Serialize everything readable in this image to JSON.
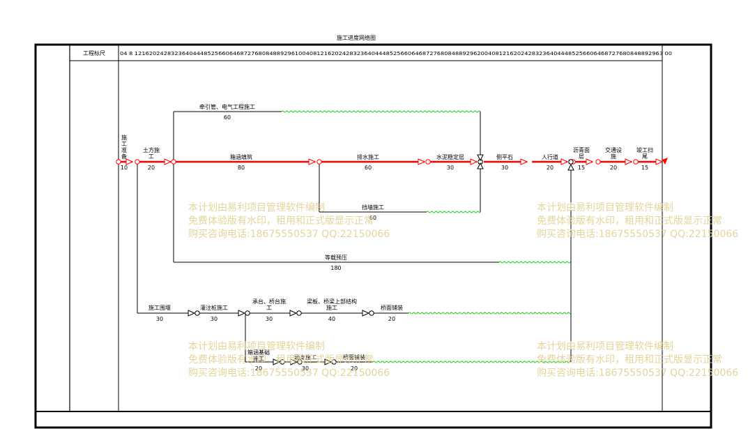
{
  "title": "施工进度网络图",
  "scale_label": "工程标尺",
  "scale_text": "04  8 1216202428323640444852566064687276808488929610040812162024283236404448525660646872768084889296200408121620242832364044485256606468727680848892963 00",
  "colors": {
    "critical": "#ff0000",
    "normal": "#000000",
    "float": "#00cc00",
    "watermark": "#e0d090"
  },
  "activities": [
    {
      "id": "a1",
      "name": "施工准备",
      "duration": "10",
      "critical": true
    },
    {
      "id": "a2",
      "name": "土方施工",
      "duration": "20",
      "critical": true
    },
    {
      "id": "a3",
      "name": "箱涵填筑",
      "duration": "80",
      "critical": true
    },
    {
      "id": "a4",
      "name": "排水施工",
      "duration": "60",
      "critical": true
    },
    {
      "id": "a5",
      "name": "水泥稳定层",
      "duration": "30",
      "critical": true
    },
    {
      "id": "a6",
      "name": "侧平石",
      "duration": "30",
      "critical": true
    },
    {
      "id": "a7",
      "name": "人行道",
      "duration": "20",
      "critical": true
    },
    {
      "id": "a8",
      "name": "沥青面层",
      "duration": "15",
      "critical": true
    },
    {
      "id": "a9",
      "name": "交通设施",
      "duration": "20",
      "critical": true
    },
    {
      "id": "a10",
      "name": "竣工扫尾",
      "duration": "15",
      "critical": true
    },
    {
      "id": "a11",
      "name": "牵引管、电气工程施工",
      "duration": "60",
      "critical": false
    },
    {
      "id": "a12",
      "name": "挡墙施工",
      "duration": "60",
      "critical": false
    },
    {
      "id": "a13",
      "name": "等载预压",
      "duration": "180",
      "critical": false
    },
    {
      "id": "a14",
      "name": "施工围堰",
      "duration": "30",
      "critical": false
    },
    {
      "id": "a15",
      "name": "灌注桩施工",
      "duration": "30",
      "critical": false
    },
    {
      "id": "a16",
      "name": "承台、桥台施工",
      "duration": "30",
      "critical": false
    },
    {
      "id": "a17",
      "name": "梁板、桥梁上部结构施工",
      "duration": "40",
      "critical": false
    },
    {
      "id": "a18",
      "name": "桥面铺装",
      "duration": "20",
      "critical": false
    },
    {
      "id": "a19",
      "name": "箱涵基础施工",
      "duration": "20",
      "critical": false
    },
    {
      "id": "a20",
      "name": "涵身施工",
      "duration": "30",
      "critical": false
    },
    {
      "id": "a21",
      "name": "桥面铺装",
      "duration": "20",
      "critical": false
    }
  ],
  "watermark_lines": [
    "本计划由易利项目管理软件编制",
    "免费体验版有水印，租用和正式版显示正常",
    "购买咨询电话:18675550537 QQ:22150066"
  ]
}
